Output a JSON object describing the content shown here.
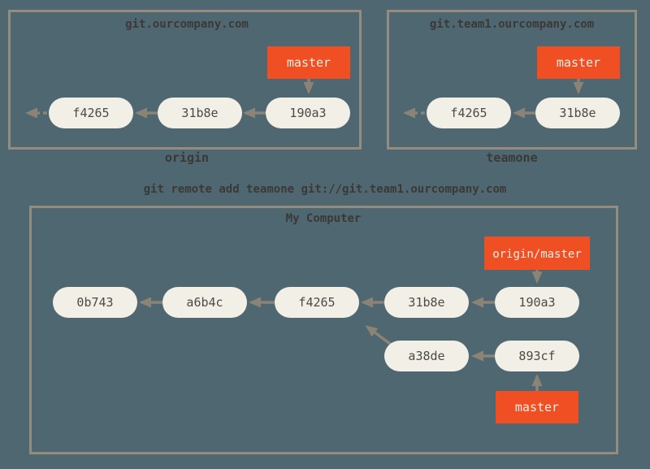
{
  "diagram": {
    "command": "git remote add teamone git://git.team1.ourcompany.com",
    "remotes": [
      {
        "title": "git.ourcompany.com",
        "caption": "origin",
        "branch_label": "master",
        "commits": [
          "f4265",
          "31b8e",
          "190a3"
        ]
      },
      {
        "title": "git.team1.ourcompany.com",
        "caption": "teamone",
        "branch_label": "master",
        "commits": [
          "f4265",
          "31b8e"
        ]
      }
    ],
    "local": {
      "title": "My Computer",
      "remote_branch_label": "origin/master",
      "branch_label": "master",
      "main_commits": [
        "0b743",
        "a6b4c",
        "f4265",
        "31b8e",
        "190a3"
      ],
      "feature_commits": [
        "a38de",
        "893cf"
      ]
    },
    "colors": {
      "background": "#4e6770",
      "box_border": "#948c7e",
      "node_fill": "#f2efe6",
      "node_text": "#4a4a48",
      "branch_fill": "#f04e23",
      "branch_text": "#f5f1e7",
      "arrow": "#8b8375",
      "caption_text": "#3b3936"
    }
  }
}
